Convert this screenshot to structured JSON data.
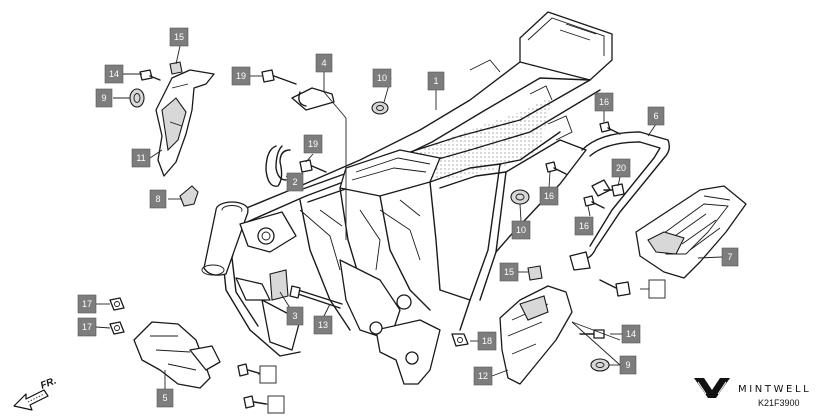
{
  "callouts": [
    {
      "id": "c1",
      "label": "1"
    },
    {
      "id": "c2",
      "label": "2"
    },
    {
      "id": "c3",
      "label": "3"
    },
    {
      "id": "c4",
      "label": "4"
    },
    {
      "id": "c5",
      "label": "5"
    },
    {
      "id": "c6",
      "label": "6"
    },
    {
      "id": "c7",
      "label": "7"
    },
    {
      "id": "c8",
      "label": "8"
    },
    {
      "id": "c9a",
      "label": "9"
    },
    {
      "id": "c9b",
      "label": "9"
    },
    {
      "id": "c10a",
      "label": "10"
    },
    {
      "id": "c10b",
      "label": "10"
    },
    {
      "id": "c11",
      "label": "11"
    },
    {
      "id": "c12",
      "label": "12"
    },
    {
      "id": "c13",
      "label": "13"
    },
    {
      "id": "c14a",
      "label": "14"
    },
    {
      "id": "c14b",
      "label": "14"
    },
    {
      "id": "c15a",
      "label": "15"
    },
    {
      "id": "c15b",
      "label": "15"
    },
    {
      "id": "c16a",
      "label": "16"
    },
    {
      "id": "c16b",
      "label": "16"
    },
    {
      "id": "c16c",
      "label": "16"
    },
    {
      "id": "c17a",
      "label": "17"
    },
    {
      "id": "c17b",
      "label": "17"
    },
    {
      "id": "c18",
      "label": "18"
    },
    {
      "id": "c19a",
      "label": "19"
    },
    {
      "id": "c19b",
      "label": "19"
    },
    {
      "id": "c20",
      "label": "20"
    }
  ],
  "direction_label": "FR.",
  "drawing_code": "K21F3900",
  "brand": {
    "name": "MINTWELL"
  }
}
